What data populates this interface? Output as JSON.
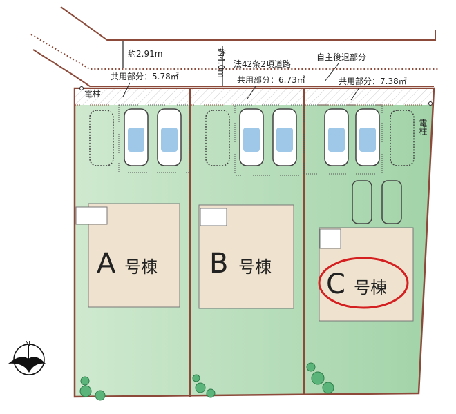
{
  "road": {
    "width_label": "約2.91m",
    "width_label2": "約4.0m",
    "road_type": "法42条2項道路",
    "setback": "自主後退部分"
  },
  "shared_areas": [
    "共用部分：5.78㎡",
    "共用部分：6.73㎡",
    "共用部分：7.38㎡"
  ],
  "poles": [
    "電柱",
    "電柱"
  ],
  "lots": [
    {
      "letter": "A",
      "suffix": "号棟",
      "highlighted": false
    },
    {
      "letter": "B",
      "suffix": "号棟",
      "highlighted": false
    },
    {
      "letter": "C",
      "suffix": "号棟",
      "highlighted": true
    }
  ],
  "compass": {
    "label": "N"
  },
  "colors": {
    "lawn": "#a9d6ad",
    "boundary": "#8b4a3a",
    "house": "#efe3cf",
    "highlight": "#d42020"
  }
}
